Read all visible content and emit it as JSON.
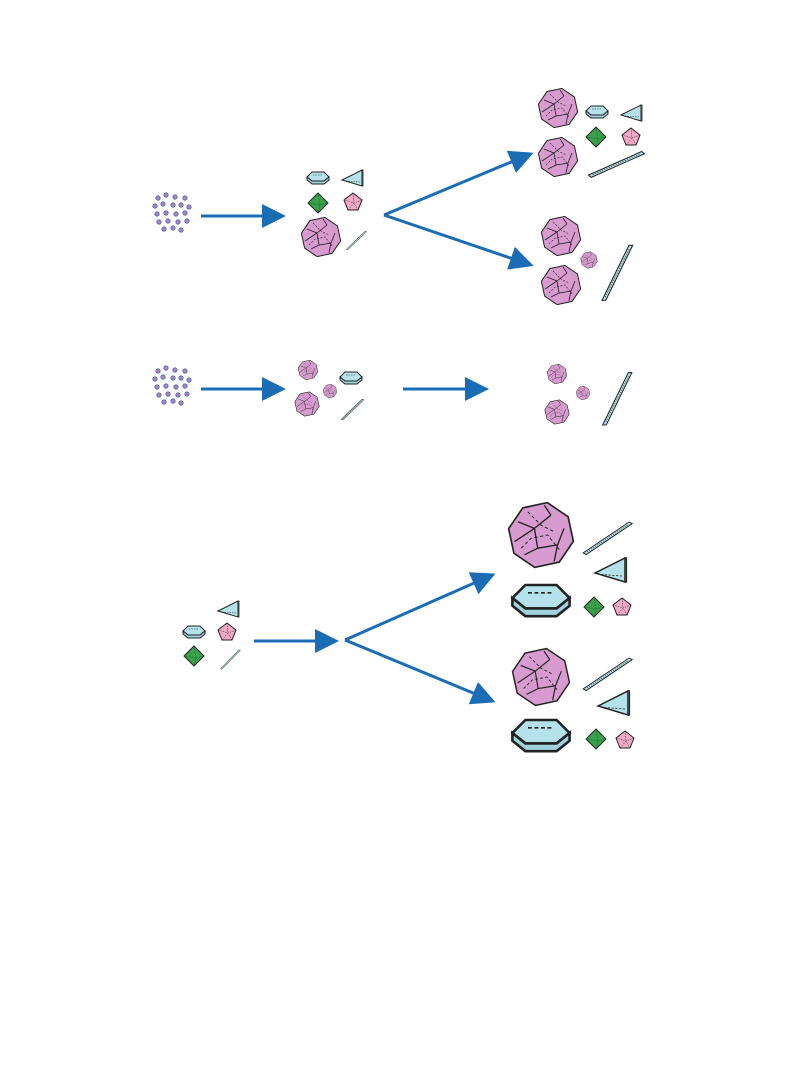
{
  "colors": {
    "arrow": "#1a6db5",
    "aggregate_fill": "#d79bd0",
    "prism_fill": "#b5e2ea",
    "octahedron_fill": "#3aa14a",
    "pentagon_fill": "#f2aac8",
    "dot_fill": "#b07fc4",
    "outline": "#222222"
  },
  "rows": [
    {
      "id": "row-1",
      "stages": [
        "monomer-dots",
        "mixed-polymorphs",
        "branch-upper-mixture",
        "branch-lower-mixture"
      ],
      "icons": [
        "dot-cluster-icon",
        "spheroid-aggregate-icon",
        "hexagonal-prism-icon",
        "triangular-prism-icon",
        "octahedron-icon",
        "pentagon-crystal-icon",
        "needle-crystal-icon"
      ]
    },
    {
      "id": "row-2",
      "stages": [
        "monomer-dots",
        "mixed-polymorphs",
        "spheroids-and-needle"
      ],
      "icons": [
        "dot-cluster-icon",
        "spheroid-aggregate-icon",
        "hexagonal-prism-icon",
        "needle-crystal-icon"
      ]
    },
    {
      "id": "row-3",
      "stages": [
        "seed-crystals",
        "branch-upper-large",
        "branch-lower-large"
      ],
      "icons": [
        "hexagonal-prism-icon",
        "triangular-prism-icon",
        "octahedron-icon",
        "pentagon-crystal-icon",
        "needle-crystal-icon",
        "spheroid-aggregate-icon"
      ]
    }
  ]
}
